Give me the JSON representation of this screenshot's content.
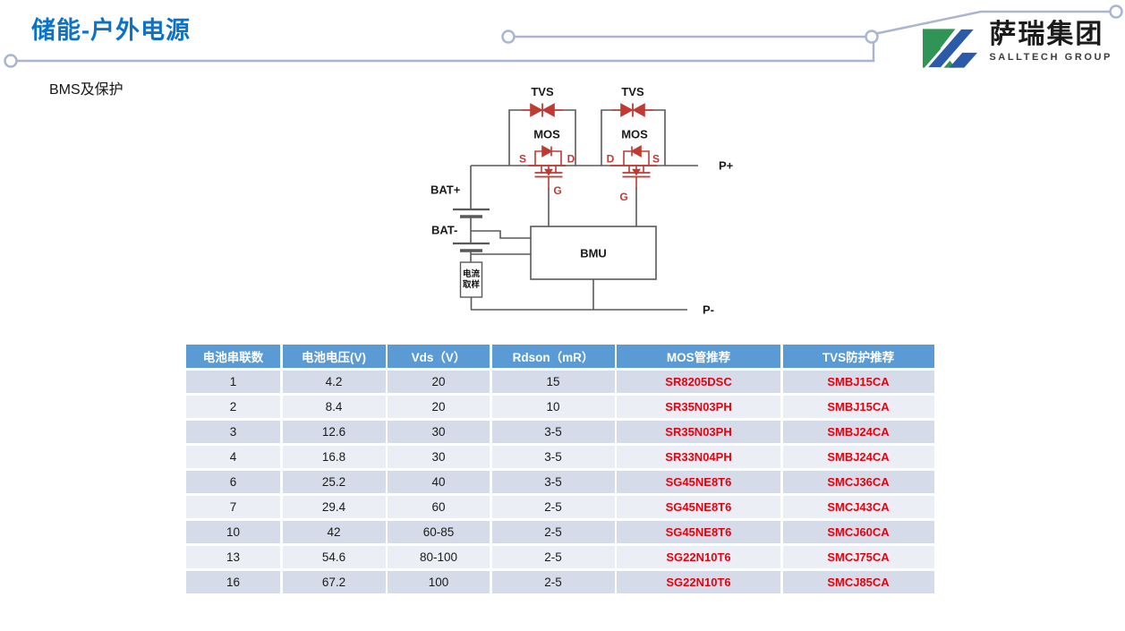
{
  "header": {
    "title": "储能-户外电源",
    "subtitle": "BMS及保护",
    "logo": {
      "cn": "萨瑞集团",
      "en": "SALLTECH GROUP"
    }
  },
  "diagram": {
    "tvs": "TVS",
    "mos": "MOS",
    "s": "S",
    "d": "D",
    "g": "G",
    "bat_plus": "BAT+",
    "bat_minus": "BAT-",
    "bmu": "BMU",
    "p_plus": "P+",
    "p_minus": "P-",
    "current_sense_line1": "电流",
    "current_sense_line2": "取样"
  },
  "table": {
    "columns": [
      "电池串联数",
      "电池电压(V)",
      "Vds（V）",
      "Rdson（mR）",
      "MOS管推荐",
      "TVS防护推荐"
    ],
    "rows": [
      [
        "1",
        "4.2",
        "20",
        "15",
        "SR8205DSC",
        "SMBJ15CA"
      ],
      [
        "2",
        "8.4",
        "20",
        "10",
        "SR35N03PH",
        "SMBJ15CA"
      ],
      [
        "3",
        "12.6",
        "30",
        "3-5",
        "SR35N03PH",
        "SMBJ24CA"
      ],
      [
        "4",
        "16.8",
        "30",
        "3-5",
        "SR33N04PH",
        "SMBJ24CA"
      ],
      [
        "6",
        "25.2",
        "40",
        "3-5",
        "SG45NE8T6",
        "SMCJ36CA"
      ],
      [
        "7",
        "29.4",
        "60",
        "2-5",
        "SG45NE8T6",
        "SMCJ43CA"
      ],
      [
        "10",
        "42",
        "60-85",
        "2-5",
        "SG45NE8T6",
        "SMCJ60CA"
      ],
      [
        "13",
        "54.6",
        "80-100",
        "2-5",
        "SG22N10T6",
        "SMCJ75CA"
      ],
      [
        "16",
        "67.2",
        "100",
        "2-5",
        "SG22N10T6",
        "SMCJ85CA"
      ]
    ]
  },
  "colors": {
    "title_blue": "#0B72C7",
    "table_header_bg": "#5B9BD5",
    "row_band_dark": "#D5DBE8",
    "row_band_light": "#EBEEF5",
    "part_number_red": "#E8000D",
    "circuit_red": "#C03A32",
    "wire_gray": "#595959",
    "decor_line_blue": "#A9B5D2",
    "logo_green": "#2F9455",
    "logo_blue": "#2B5BA8"
  }
}
